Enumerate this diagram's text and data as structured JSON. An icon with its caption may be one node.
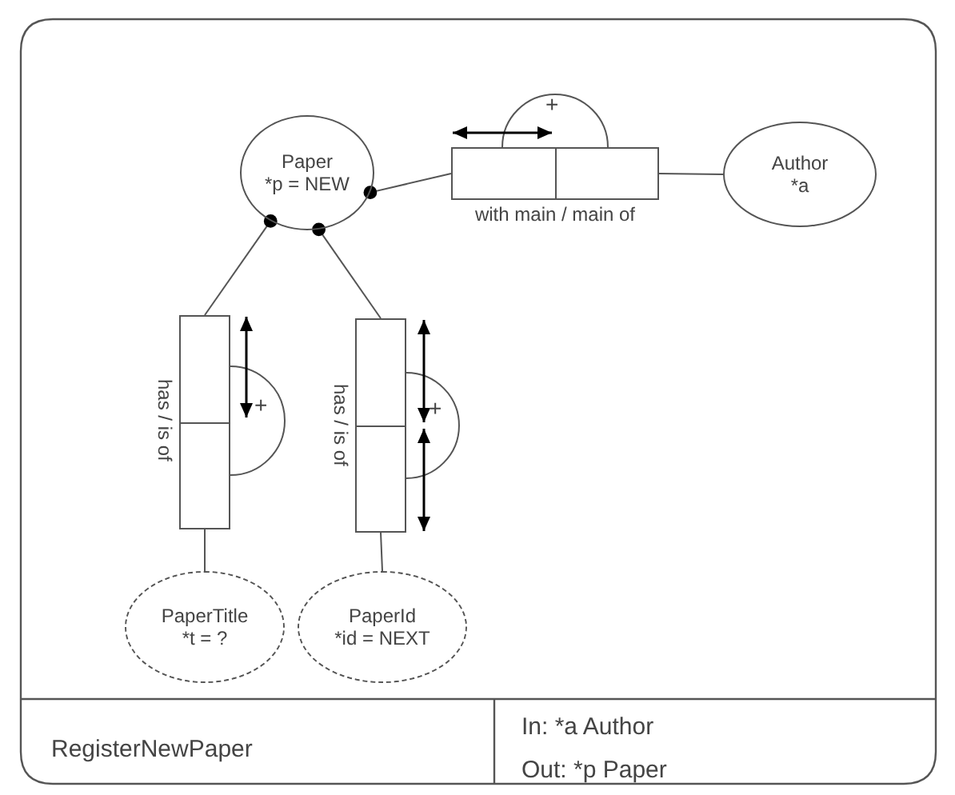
{
  "diagram": {
    "nodes": [
      {
        "text": [
          "Paper",
          "*p = NEW"
        ]
      },
      {
        "text": [],
        "shape": "box",
        "beside": [
          "with main / main of"
        ]
      },
      {
        "text": [
          "Author",
          "*a"
        ]
      },
      {
        "text": [],
        "shape": "box",
        "beside": [
          "has / is of"
        ]
      },
      {
        "text": [],
        "shape": "box",
        "beside": [
          "has / is of"
        ]
      },
      {
        "text": [
          "PaperTitle",
          "*t = ?"
        ]
      },
      {
        "text": [
          "PaperId",
          "*id = NEXT"
        ]
      }
    ],
    "edges": [
      {
        "from": 0,
        "to": 1,
        "arrow": "other"
      },
      {
        "from": 1,
        "to": 2,
        "arrow": "none"
      },
      {
        "from": 0,
        "to": 3,
        "arrow": "other"
      },
      {
        "from": 0,
        "to": 4,
        "arrow": "other"
      },
      {
        "from": 3,
        "to": 5,
        "arrow": "none"
      },
      {
        "from": 4,
        "to": 6,
        "arrow": "none"
      }
    ],
    "labels": [
      "+",
      "+",
      "+",
      "RegisterNewPaper",
      "In: *a Author",
      "Out: *p Paper"
    ]
  }
}
